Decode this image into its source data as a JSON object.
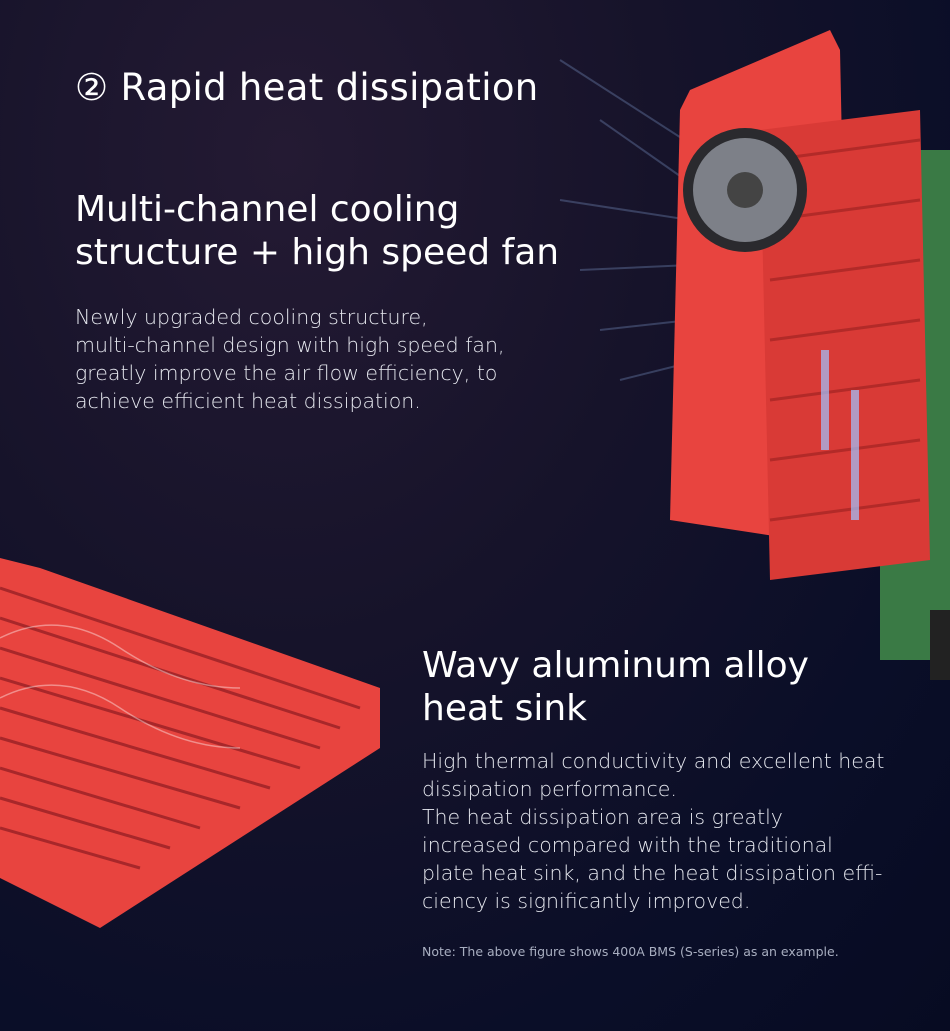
{
  "section_title": "② Rapid heat dissipation",
  "feature1": {
    "title_lines": [
      "Multi-channel cooling",
      "structure + high speed fan"
    ],
    "body_lines": [
      "Newly upgraded cooling structure,",
      "multi-channel design with high speed fan,",
      "greatly improve the air flow efficiency, to",
      "achieve efficient heat dissipation."
    ]
  },
  "feature2": {
    "title_lines": [
      "Wavy aluminum alloy",
      "heat sink"
    ],
    "body_lines": [
      "High thermal conductivity and excellent heat",
      "dissipation performance.",
      "The heat dissipation area is greatly",
      "increased compared with the traditional",
      "plate heat sink, and the heat dissipation effi-",
      "ciency is significantly improved."
    ]
  },
  "note": "Note: The above figure shows 400A BMS (S-series) as an example.",
  "colors": {
    "product_red": "#e8443f",
    "pcb_green": "#3f8a4a"
  }
}
